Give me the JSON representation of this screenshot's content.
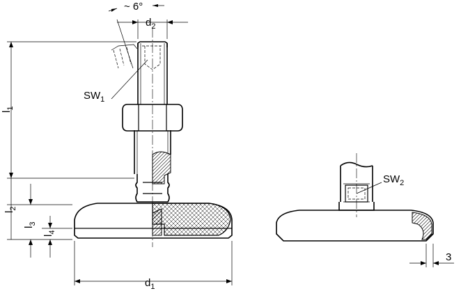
{
  "drawing": {
    "angle_label": "~ 6°",
    "dimensions": [
      {
        "key": "d2",
        "base": "d",
        "sub": "2"
      },
      {
        "key": "l1",
        "base": "l",
        "sub": "1"
      },
      {
        "key": "sw1",
        "base": "SW",
        "sub": "1"
      },
      {
        "key": "l2",
        "base": "l",
        "sub": "2"
      },
      {
        "key": "l3",
        "base": "l",
        "sub": "3"
      },
      {
        "key": "l4",
        "base": "l",
        "sub": "4"
      },
      {
        "key": "d1",
        "base": "d",
        "sub": "1"
      },
      {
        "key": "sw2",
        "base": "SW",
        "sub": "2"
      },
      {
        "key": "three",
        "base": "3",
        "sub": ""
      }
    ]
  }
}
